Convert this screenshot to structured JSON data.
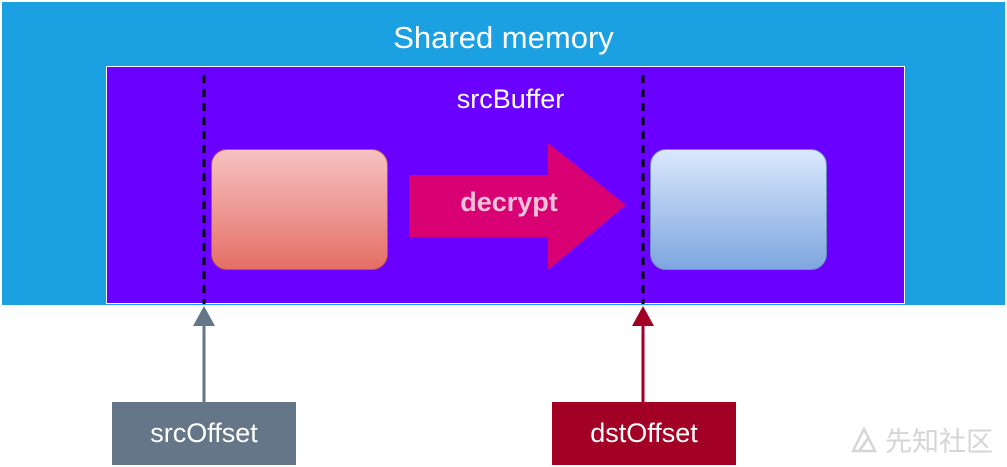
{
  "shared_memory": {
    "title": "Shared memory"
  },
  "src_buffer": {
    "title": "srcBuffer"
  },
  "operation": {
    "label": "decrypt"
  },
  "src_offset": {
    "label": "srcOffset"
  },
  "dst_offset": {
    "label": "dstOffset"
  },
  "watermark": {
    "text": "先知社区"
  },
  "colors": {
    "shared_memory": "#1ba1e2",
    "src_buffer": "#6a00ff",
    "decrypt_arrow": "#d80073",
    "src_offset": "#647687",
    "dst_offset": "#a20025",
    "source_block": "#e56f66",
    "dest_block": "#7ea6e0"
  }
}
